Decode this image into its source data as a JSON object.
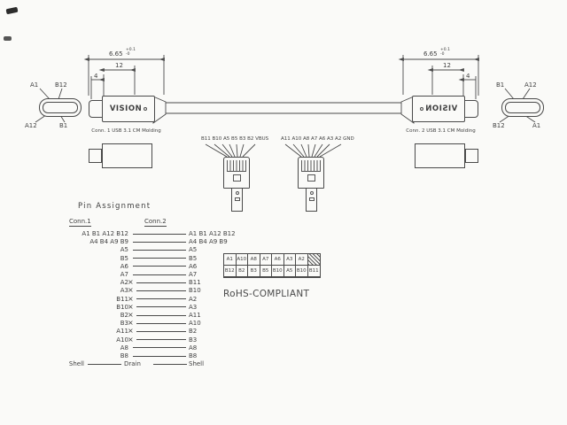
{
  "top": {
    "left_face": {
      "tl": "A1",
      "tr": "B12",
      "bl": "A12",
      "br": "B1"
    },
    "right_face": {
      "tl": "B1",
      "tr": "A12",
      "bl": "B12",
      "br": "A1"
    },
    "conn1_brand": "VISION",
    "conn2_brand": "VISION",
    "conn1_label": "Conn. 1 USB 3.1 CM Molding",
    "conn2_label": "Conn. 2 USB 3.1 CM Molding",
    "dims": {
      "total": "6.65",
      "tol_plus": "+0.1",
      "tol_minus": "-0",
      "mold": "12",
      "tip": "4"
    }
  },
  "callouts": {
    "left": "B11 B10 A5 B5 B3 B2 VBUS",
    "right": "A11 A10 A8 A7 A6 A3 A2 GND"
  },
  "pin_assignment": {
    "title": "Pin  Assignment",
    "col1": "Conn.1",
    "col2": "Conn.2",
    "rows": [
      {
        "left": "A1 B1 A12 B12",
        "right": "A1 B1 A12 B12",
        "cross": false
      },
      {
        "left": "A4 B4 A9 B9",
        "right": "A4 B4 A9 B9",
        "cross": false
      },
      {
        "left": "A5",
        "right": "A5",
        "cross": false
      },
      {
        "left": "B5",
        "right": "B5",
        "cross": false
      },
      {
        "left": "A6",
        "right": "A6",
        "cross": false
      },
      {
        "left": "A7",
        "right": "A7",
        "cross": false
      },
      {
        "left": "A2",
        "right": "B11",
        "cross": true
      },
      {
        "left": "A3",
        "right": "B10",
        "cross": true
      },
      {
        "left": "B11",
        "right": "A2",
        "cross": true
      },
      {
        "left": "B10",
        "right": "A3",
        "cross": true
      },
      {
        "left": "B2",
        "right": "A11",
        "cross": true
      },
      {
        "left": "B3",
        "right": "A10",
        "cross": true
      },
      {
        "left": "A11",
        "right": "B2",
        "cross": true
      },
      {
        "left": "A10",
        "right": "B3",
        "cross": true
      },
      {
        "left": "A8",
        "right": "A8",
        "cross": false
      },
      {
        "left": "B8",
        "right": "B8",
        "cross": false
      },
      {
        "left": "Shell",
        "mid": "Drain",
        "right": "Shell",
        "cross": false,
        "shell": true
      }
    ]
  },
  "rohs": {
    "label": "RoHS-COMPLIANT",
    "top_row": [
      "A1",
      "A10",
      "A8",
      "A7",
      "A6",
      "A3",
      "A2",
      ""
    ],
    "bottom_row": [
      "B12",
      "B2",
      "B3",
      "B5",
      "B10",
      "A5",
      "B10",
      "B11"
    ]
  }
}
